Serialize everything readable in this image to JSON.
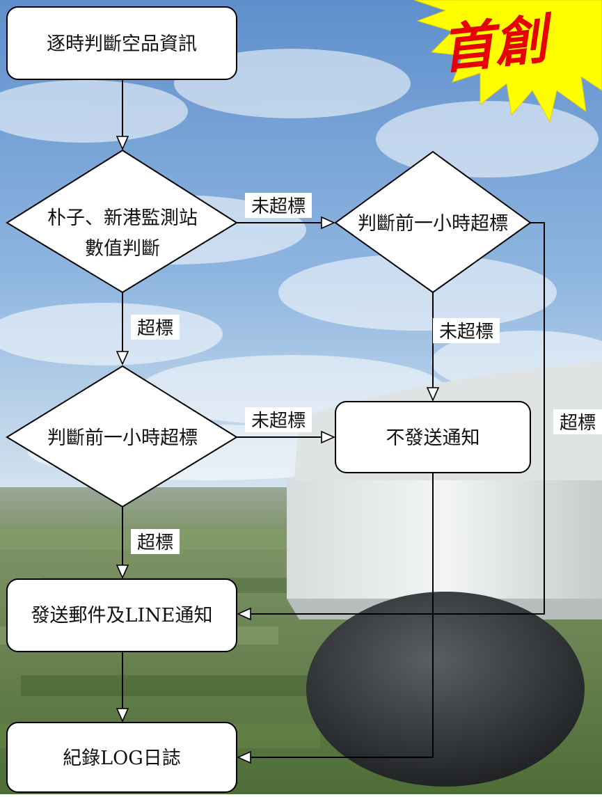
{
  "badge": {
    "text": "首創"
  },
  "nodes": {
    "start": {
      "lines": [
        "逐時判斷空品資訊"
      ]
    },
    "decision_station": {
      "lines": [
        "朴子、新港監測站",
        "數值判斷"
      ]
    },
    "decision_prev_hour_top": {
      "lines": [
        "判斷前一小時超標"
      ]
    },
    "decision_prev_hour_bottom": {
      "lines": [
        "判斷前一小時超標"
      ]
    },
    "no_notify": {
      "lines": [
        "不發送通知"
      ]
    },
    "send_notify": {
      "lines": [
        "發送郵件及LINE通知"
      ]
    },
    "log": {
      "lines": [
        "紀錄LOG日誌"
      ]
    }
  },
  "edge_labels": {
    "station_not_exceeded": "未超標",
    "station_exceeded": "超標",
    "top_prev_not_exceeded": "未超標",
    "top_prev_exceeded": "超標",
    "bottom_prev_not_exceeded": "未超標",
    "bottom_prev_exceeded": "超標"
  },
  "colors": {
    "sky_top": "#6f9fd6",
    "sky_mid": "#c9dff0",
    "field_green": "#5f7d3f",
    "camera_white": "#e9ecec",
    "camera_dark": "#2a2c2e",
    "box_fill": "#ffffff",
    "stroke": "#000000",
    "badge_fill": "#ffff00",
    "badge_text": "#e60000"
  }
}
